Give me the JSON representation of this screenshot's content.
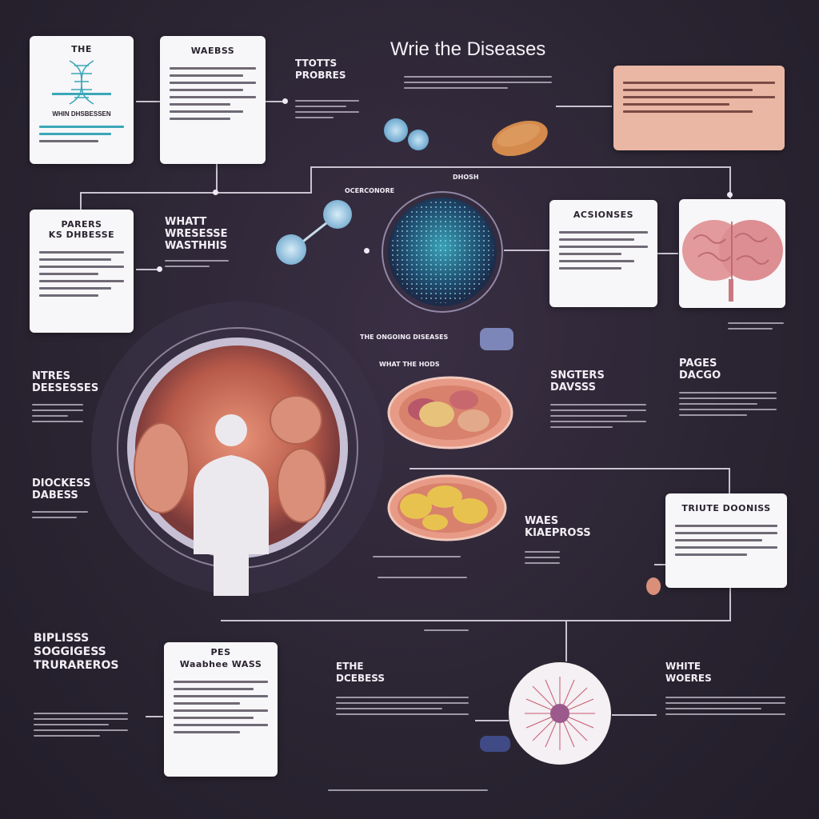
{
  "title": "Wrie the Diseases",
  "cards": {
    "c1": {
      "title": "THE",
      "sub": "WHIN DHSBESSEN"
    },
    "c2": {
      "title": "WAEBSS"
    },
    "c3": {
      "title": "PARERS\nKS DHBESSE"
    },
    "c4": {
      "title": "ACSIONSES"
    },
    "c5": {
      "title": "TRIUTE DOONISS"
    },
    "c6": {
      "title": "Waabhee WASS",
      "pre": "PES"
    }
  },
  "labels": {
    "top_pair": "TTOTTS\nPROBRES",
    "what": "WHATT\nWRESESSE\nWASTHHIS",
    "ntres": "NTRES\nDEESESSES",
    "diseases": "DIOCKESS\nDABESS",
    "bottom_left": "BIPLISSS\nSOGGIGESS\nTRURAREROS",
    "sngters": "SNGTERS\nDAVSSS",
    "paes": "PAGES\nDACGO",
    "waes": "WAES\nKIAEPROSS",
    "ethe": "ETHE\nDCEBESS",
    "white": "WHITE\nWOERES",
    "callout_virus": "OCERCONORE",
    "callout_top": "DHOSH",
    "callout_mid": "WHAT THE HODS",
    "callout_pill": "THE ONGOING DISEASES"
  }
}
